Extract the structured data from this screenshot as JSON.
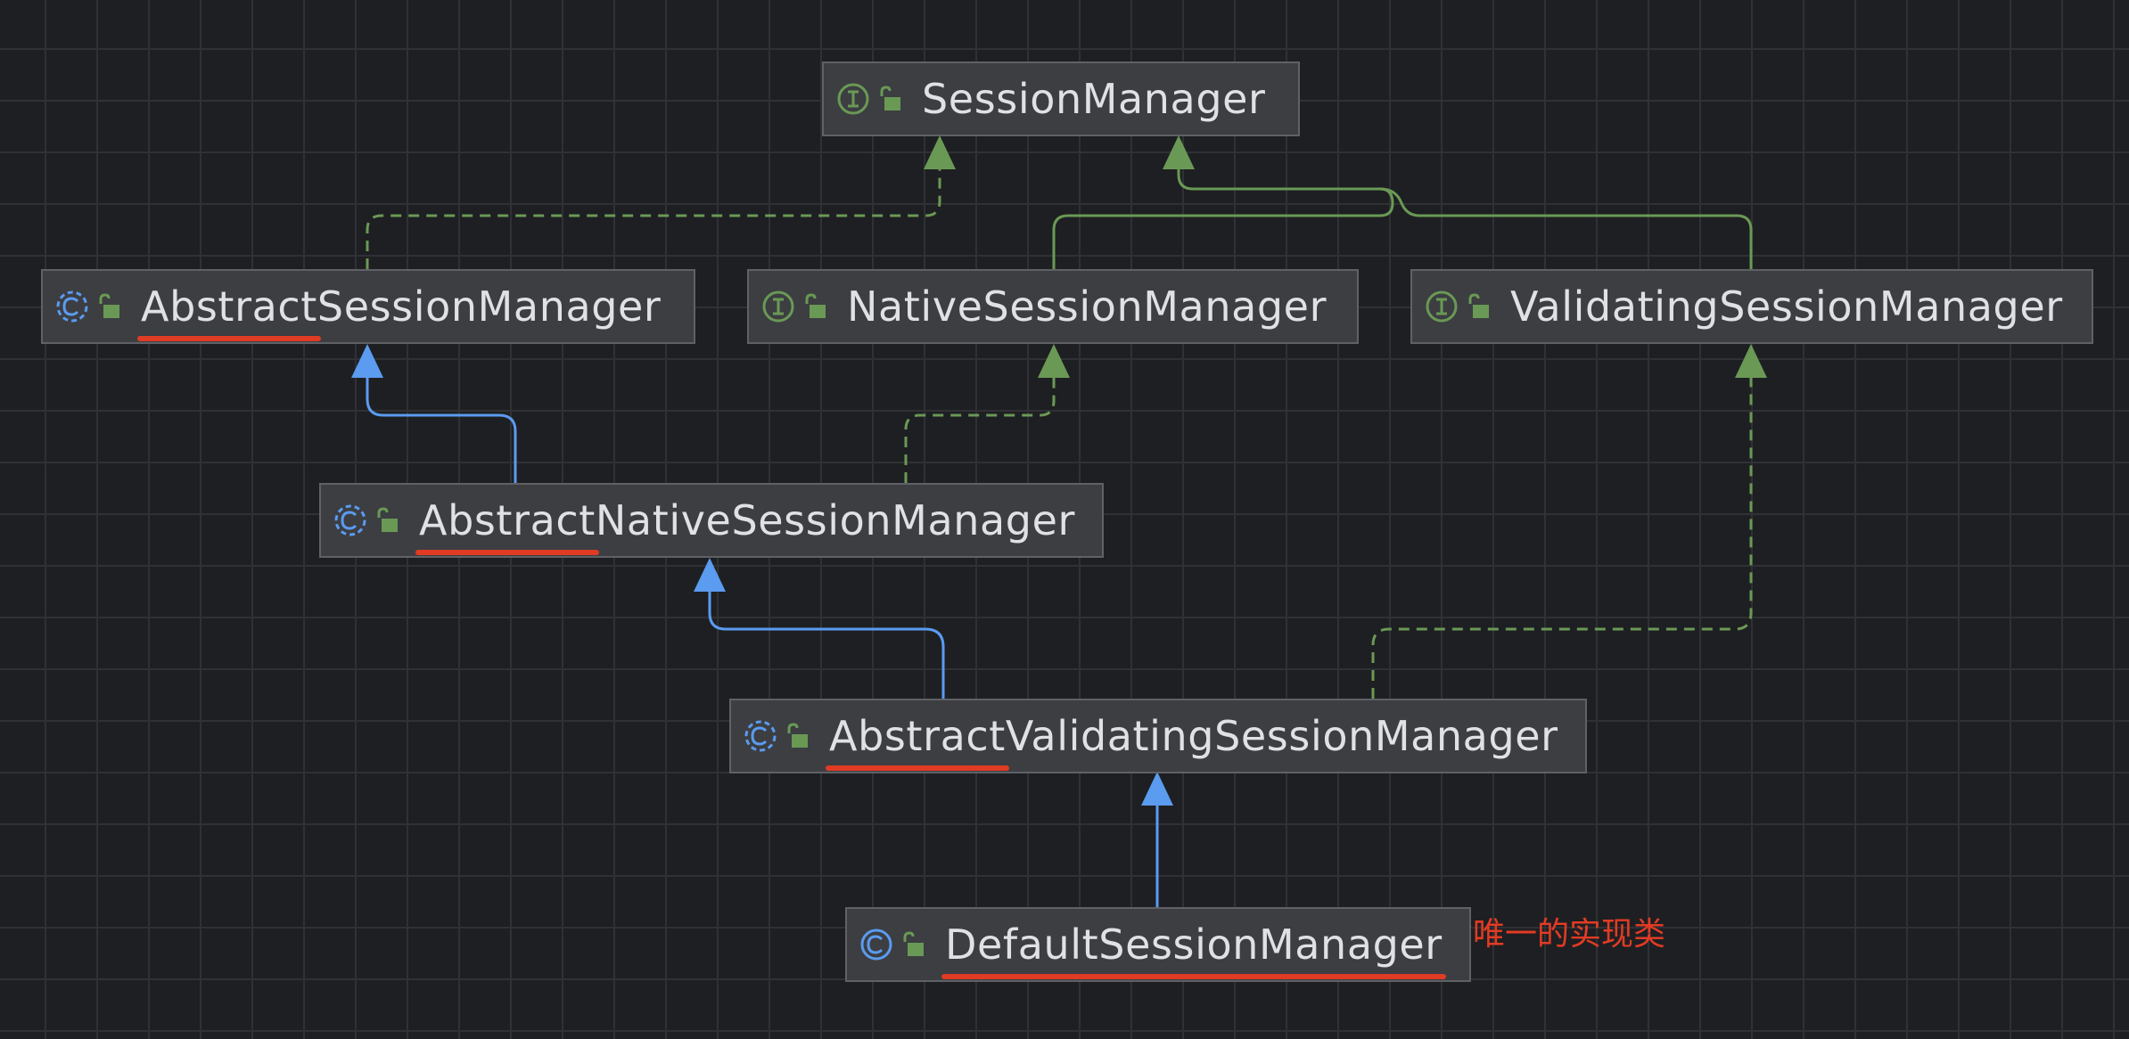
{
  "diagram": {
    "nodes": {
      "session_manager": {
        "kind": "interface",
        "prefix": "",
        "rest": "SessionManager",
        "underlined": false
      },
      "abstract_session_manager": {
        "kind": "class",
        "prefix": "Abstract",
        "rest": "SessionManager",
        "underlined": true
      },
      "native_session_manager": {
        "kind": "interface",
        "prefix": "",
        "rest": "NativeSessionManager",
        "underlined": false
      },
      "validating_session_manager": {
        "kind": "interface",
        "prefix": "",
        "rest": "ValidatingSessionManager",
        "underlined": false
      },
      "abstract_native_session_manager": {
        "kind": "class",
        "prefix": "Abstract",
        "rest": "NativeSessionManager",
        "underlined": true
      },
      "abstract_validating_session_manager": {
        "kind": "class",
        "prefix": "Abstract",
        "rest": "ValidatingSessionManager",
        "underlined": true
      },
      "default_session_manager": {
        "kind": "class",
        "prefix": "DefaultSessionManager",
        "rest": "",
        "underlined": true
      }
    },
    "edges": [
      {
        "from": "abstract_session_manager",
        "to": "session_manager",
        "type": "implements"
      },
      {
        "from": "native_session_manager",
        "to": "session_manager",
        "type": "extends-interface"
      },
      {
        "from": "validating_session_manager",
        "to": "session_manager",
        "type": "extends-interface"
      },
      {
        "from": "abstract_native_session_manager",
        "to": "abstract_session_manager",
        "type": "extends"
      },
      {
        "from": "abstract_native_session_manager",
        "to": "native_session_manager",
        "type": "implements"
      },
      {
        "from": "abstract_validating_session_manager",
        "to": "abstract_native_session_manager",
        "type": "extends"
      },
      {
        "from": "abstract_validating_session_manager",
        "to": "validating_session_manager",
        "type": "implements"
      },
      {
        "from": "default_session_manager",
        "to": "abstract_validating_session_manager",
        "type": "extends"
      }
    ],
    "annotation": "唯一的实现类"
  },
  "colors": {
    "background": "#1e1f22",
    "node_fill": "#3c3e42",
    "interface_edge": "#6a9955",
    "class_edge": "#5b9bf0",
    "highlight": "#e03b24"
  },
  "icons": {
    "class": "class-c-icon",
    "interface": "interface-i-icon",
    "visibility": "public-unlock-icon"
  }
}
